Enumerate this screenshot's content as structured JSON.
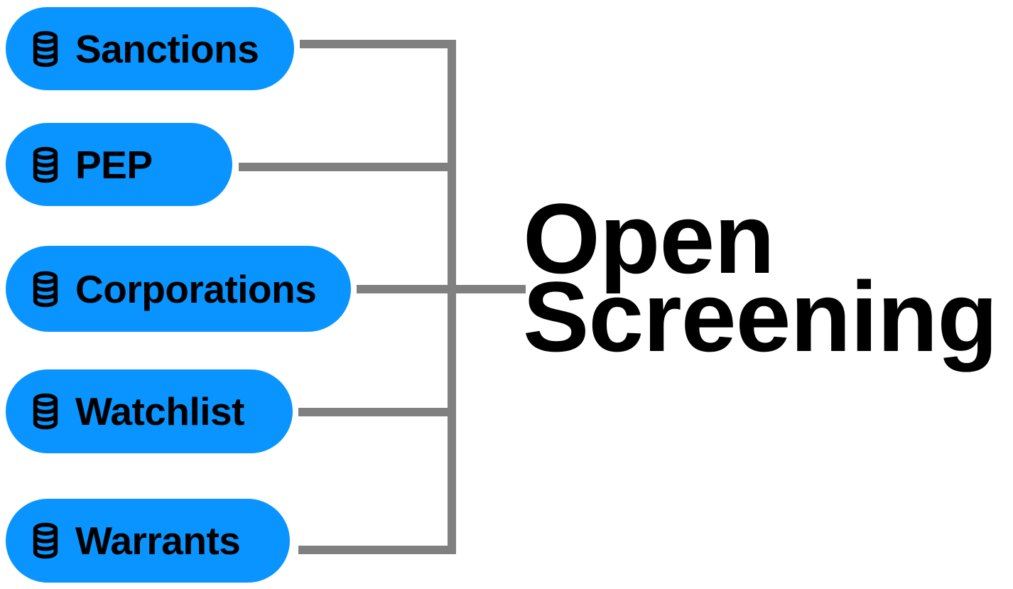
{
  "diagram": {
    "title": "Open Screening",
    "nodes": [
      {
        "id": "sanctions",
        "label": "Sanctions",
        "icon": "database-icon"
      },
      {
        "id": "pep",
        "label": "PEP",
        "icon": "database-icon"
      },
      {
        "id": "corporations",
        "label": "Corporations",
        "icon": "database-icon"
      },
      {
        "id": "watchlist",
        "label": "Watchlist",
        "icon": "database-icon"
      },
      {
        "id": "warrants",
        "label": "Warrants",
        "icon": "database-icon"
      }
    ],
    "colors": {
      "node_fill": "#0994FF",
      "connector_gray": "#808080",
      "label_text": "#000000",
      "title_text": "#000000",
      "background": "#FFFFFF"
    }
  }
}
